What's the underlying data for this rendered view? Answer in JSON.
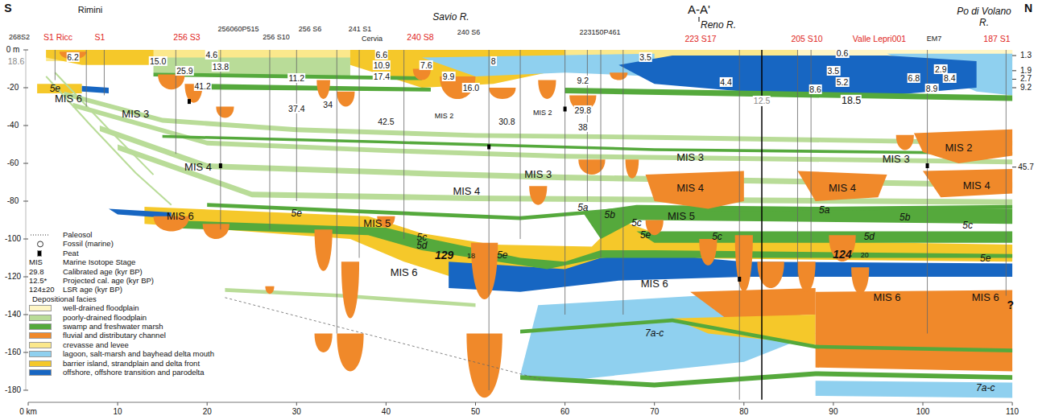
{
  "diagram": {
    "labels": [
      "S",
      "Rimini",
      "Savio R.",
      "A-A'",
      "Reno R.",
      "Po di Volano R.",
      "N",
      "268S2",
      "S1 Ricc",
      "S1",
      "256 S3",
      "256060P515",
      "256 S10",
      "256 S6",
      "241 S1",
      "Cervia",
      "240 S8",
      "240 S6",
      "223150P461",
      "223 S17",
      "205 S10",
      "Valle Lepri001",
      "EM7",
      "187 S1",
      "0 m",
      "-20",
      "-40",
      "-60",
      "-80",
      "-100",
      "-120",
      "-140",
      "-160",
      "-180",
      "1.3",
      "1.9",
      "2.7",
      "9.2",
      "45.7",
      "0 km",
      "10",
      "20",
      "30",
      "40",
      "50",
      "60",
      "70",
      "80",
      "90",
      "100",
      "110",
      "18.6",
      "6.2",
      "15.0",
      "4.6",
      "25.9",
      "13.8",
      "41.2",
      "11.2",
      "37.4",
      "34",
      "6.6",
      "10.9",
      "17.4",
      "7.6",
      "42.5",
      "9.9",
      "8",
      "16.0",
      "30.8",
      "29.8",
      "38",
      "9.2",
      "4.4",
      "3.5",
      "0.6",
      "3.5",
      "5.2",
      "8.6",
      "12.5",
      "18.5",
      "6.8",
      "8.4",
      "8.9",
      "2.9",
      "5e",
      "MIS 6",
      "MIS 3",
      "MIS 4",
      "MIS 6",
      "5e",
      "MIS 5",
      "MIS 4",
      "MIS 3",
      "MIS 2",
      "MIS 2",
      "MIS 3",
      "MIS 4",
      "MIS 5",
      "MIS 3",
      "MIS 4",
      "MIS 2",
      "MIS 4",
      "5a",
      "5b",
      "5c",
      "5e",
      "5a",
      "5b",
      "5c",
      "5c",
      "5d",
      "124",
      "20",
      "5e",
      "MIS 6",
      "MIS 6",
      "MIS 6",
      "5c",
      "5d",
      "129",
      "18",
      "5e",
      "MIS 6",
      "7a-c",
      "7a-c",
      "?",
      "MIS",
      "29.8",
      "12.5*",
      "124±20",
      "Depositional facies"
    ],
    "legend": [
      {
        "text": "Paleosol"
      },
      {
        "text": "Fossil (marine)"
      },
      {
        "text": "Peat",
        "color": "#000000"
      },
      {
        "text": "Marine Isotope Stage"
      },
      {
        "text": "Calibrated age (kyr BP)"
      },
      {
        "text": "Projected cal. age (kyr BP)"
      },
      {
        "text": "LSR age (kyr BP)"
      },
      {
        "text": "well-drained floodplain",
        "color": "#fff6c6"
      },
      {
        "text": "poorly-drained floodplain",
        "color": "#b9dc98"
      },
      {
        "text": "swamp and freshwater marsh",
        "color": "#55a93c"
      },
      {
        "text": "fluvial and distributary channel",
        "color": "#f0892a"
      },
      {
        "text": "crevasse and levee",
        "color": "#fbe88c"
      },
      {
        "text": "lagoon, salt-marsh and bayhead delta mouth",
        "color": "#8fd0ef"
      },
      {
        "text": "barrier island, strandplain and delta front",
        "color": "#f5c82a"
      },
      {
        "text": "offshore, offshore transition and parodelta",
        "color": "#1766c2"
      }
    ]
  }
}
